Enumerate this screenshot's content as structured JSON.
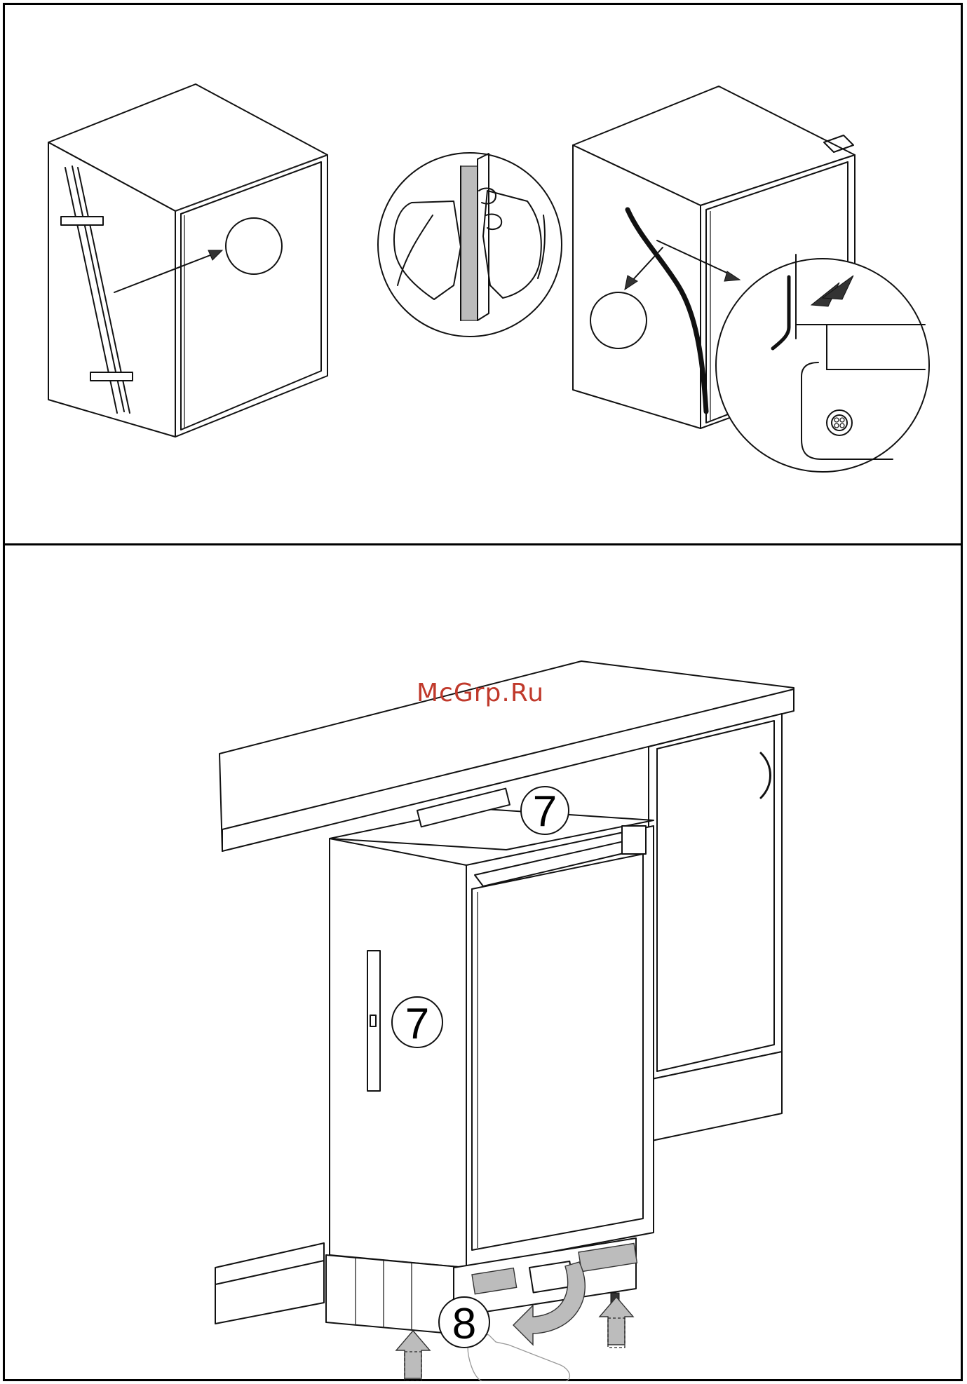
{
  "watermark": "McGrp.Ru",
  "callouts": {
    "top_bracket": "7",
    "side_handle": "7",
    "feet_adjust": "8"
  },
  "colors": {
    "watermark": "#c0392b",
    "line": "#111111",
    "arrow_fill": "#bcbcbc"
  },
  "icons": [
    "tape-strip-icon",
    "hands-peeling-strip-icon",
    "magnifier-detail-icon",
    "screw-head-icon",
    "up-arrow-icon",
    "wrench-icon",
    "rotate-arrow-icon"
  ]
}
